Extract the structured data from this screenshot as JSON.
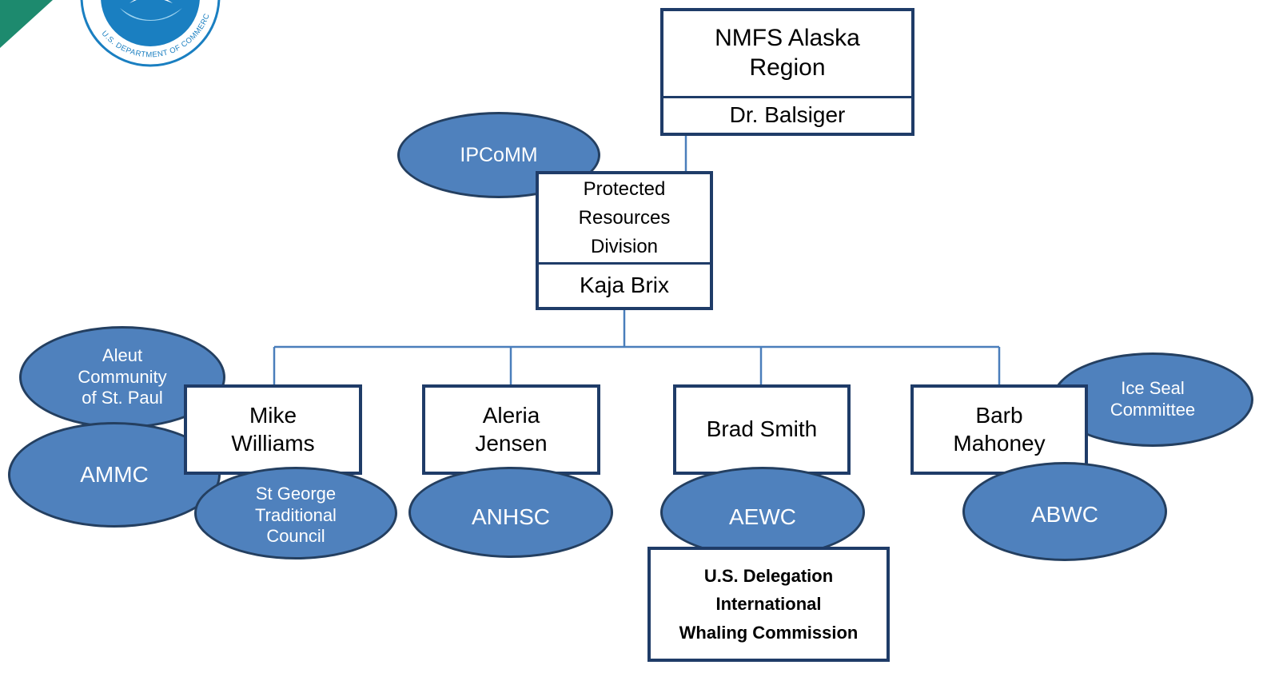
{
  "brand": {
    "logo_text": "U.S. DEPARTMENT OF COMMERCE",
    "colors": {
      "tab": "#1d8a6e",
      "seal_blue": "#1a7fc1",
      "seal_light": "#9fd4f0"
    }
  },
  "colors": {
    "box_border": "#1f3c68",
    "line": "#4a7ebb",
    "oval_fill": "#4f81bd",
    "oval_border": "#243f60",
    "oval_text": "#ffffff"
  },
  "top": {
    "name": "NMFS Alaska\nRegion",
    "head": "Dr. Balsiger"
  },
  "division": {
    "name": "Protected\nResources\nDivision",
    "head": "Kaja Brix"
  },
  "staff": [
    {
      "name": "Mike\nWilliams"
    },
    {
      "name": "Aleria\nJensen"
    },
    {
      "name": "Brad Smith"
    },
    {
      "name": "Barb\nMahoney"
    }
  ],
  "partners": {
    "ipcomm": "IPCoMM",
    "aleut": "Aleut\nCommunity\nof St. Paul",
    "ammc": "AMMC",
    "st_george": "St George\nTraditional\nCouncil",
    "anhsc": "ANHSC",
    "aewc": "AEWC",
    "ice_seal": "Ice Seal\nCommittee",
    "abwc": "ABWC"
  },
  "delegation": "U.S. Delegation\nInternational\nWhaling Commission"
}
